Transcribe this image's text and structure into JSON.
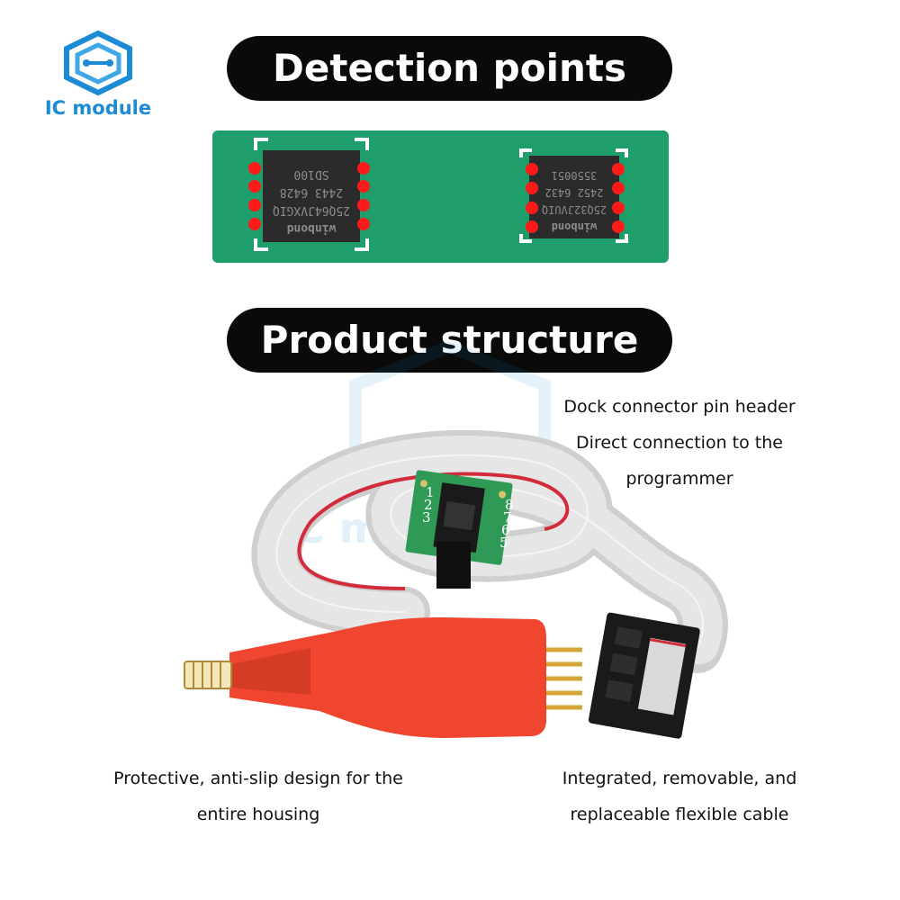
{
  "brand": {
    "logo_text": "IC module",
    "watermark": "IC module"
  },
  "sections": {
    "detection_title": "Detection points",
    "structure_title": "Product structure"
  },
  "chips": {
    "left": {
      "lines": [
        "winbond",
        "25Q64JVXGIQ",
        "2443 6428",
        "SD100"
      ]
    },
    "right": {
      "lines": [
        "winbond",
        "25Q32JVUIQ",
        "2452 6432",
        "3550051"
      ]
    }
  },
  "pin_labels": [
    "1",
    "2",
    "3",
    "8",
    "7",
    "6",
    "5"
  ],
  "captions": {
    "dock": [
      "Dock connector pin header",
      "Direct connection to the",
      "programmer"
    ],
    "housing": [
      "Protective, anti-slip design for the",
      "entire housing"
    ],
    "cable": [
      "Integrated, removable, and",
      "replaceable flexible cable"
    ]
  },
  "colors": {
    "brand_blue": "#1b8bd6",
    "pcb_green": "#1e9e6a",
    "detection_red": "#ff1a1a",
    "clip_red": "#f0452f",
    "cable_grey": "#d9d9d9"
  }
}
